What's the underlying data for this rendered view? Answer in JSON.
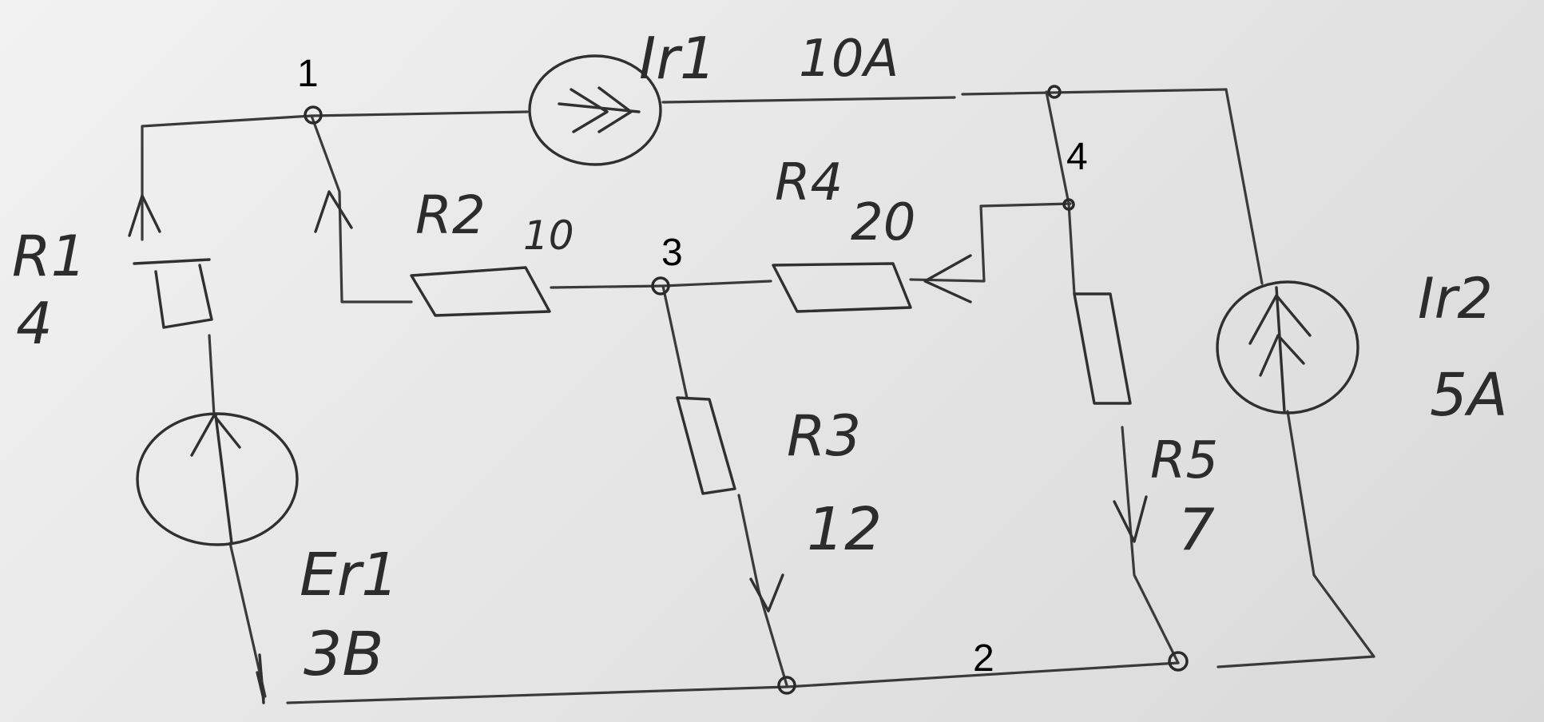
{
  "diagram": {
    "nodes": [
      {
        "id": "1",
        "label": "1"
      },
      {
        "id": "2",
        "label": "2"
      },
      {
        "id": "3",
        "label": "3"
      },
      {
        "id": "4",
        "label": "4"
      }
    ],
    "components": {
      "R1": {
        "name": "R1",
        "value": "4"
      },
      "R2": {
        "name": "R2",
        "value": "10"
      },
      "R3": {
        "name": "R3",
        "value": "12"
      },
      "R4": {
        "name": "R4",
        "value": "20"
      },
      "R5": {
        "name": "R5",
        "value": "7"
      },
      "Ir1": {
        "name": "Ir1",
        "value": "10A"
      },
      "Ir2": {
        "name": "Ir2",
        "value": "5A"
      },
      "Er1": {
        "name": "Er1",
        "value": "3B"
      }
    },
    "colors": {
      "ink": "#303030",
      "paper": "#e9e9e9"
    }
  }
}
